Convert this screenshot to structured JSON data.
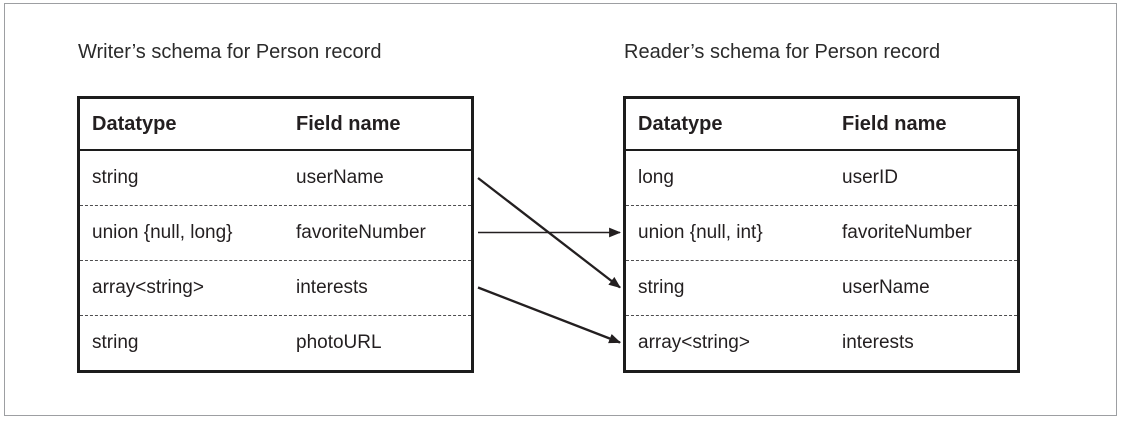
{
  "diagram": {
    "writer": {
      "title": "Writer’s schema for Person record",
      "headers": {
        "datatype": "Datatype",
        "field": "Field name"
      },
      "rows": [
        {
          "datatype": "string",
          "field": "userName"
        },
        {
          "datatype": "union {null, long}",
          "field": "favoriteNumber"
        },
        {
          "datatype": "array<string>",
          "field": "interests"
        },
        {
          "datatype": "string",
          "field": "photoURL"
        }
      ]
    },
    "reader": {
      "title": "Reader’s schema for Person record",
      "headers": {
        "datatype": "Datatype",
        "field": "Field name"
      },
      "rows": [
        {
          "datatype": "long",
          "field": "userID"
        },
        {
          "datatype": "union {null, int}",
          "field": "favoriteNumber"
        },
        {
          "datatype": "string",
          "field": "userName"
        },
        {
          "datatype": "array<string>",
          "field": "interests"
        }
      ]
    },
    "arrows": [
      {
        "from_field": "userName",
        "from_row": 0,
        "to_field": "userName",
        "to_row": 2
      },
      {
        "from_field": "favoriteNumber",
        "from_row": 1,
        "to_field": "favoriteNumber",
        "to_row": 1
      },
      {
        "from_field": "interests",
        "from_row": 2,
        "to_field": "interests",
        "to_row": 3
      }
    ],
    "colors": {
      "line": "#231f20",
      "table_border": "#1c1c1c",
      "frame_border": "#9d9fa2",
      "background": "#ffffff"
    }
  }
}
